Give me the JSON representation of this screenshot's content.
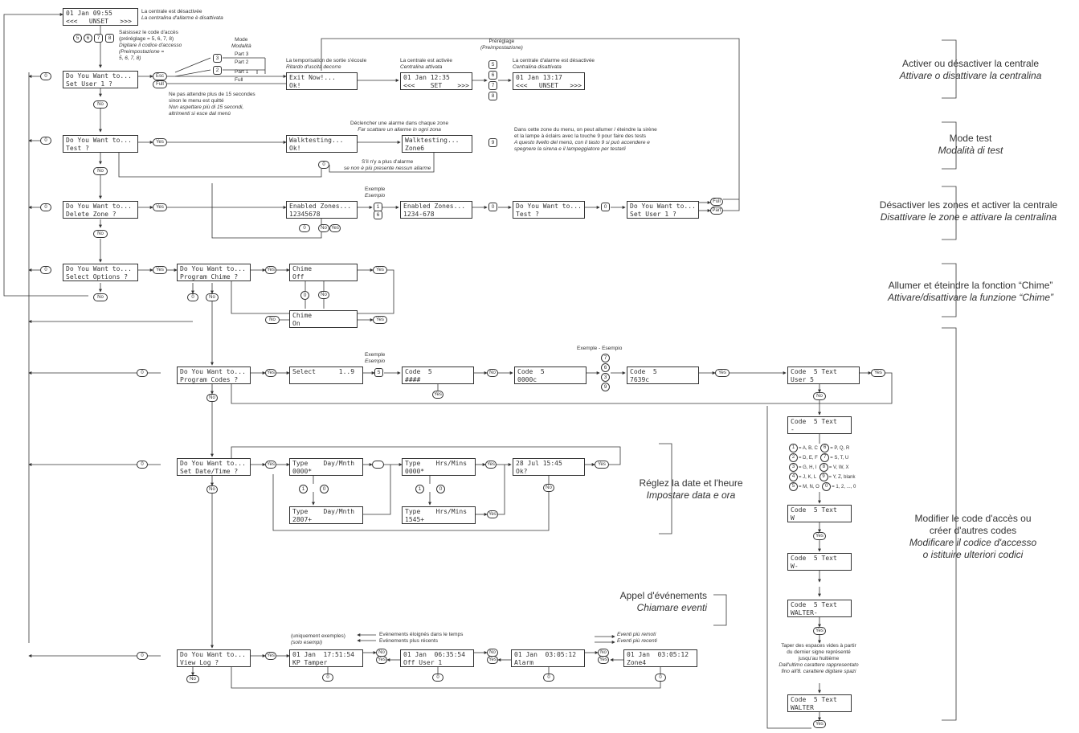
{
  "top_display": {
    "line1": "01 Jan 09:55",
    "line2": "<<<   UNSET   >>>"
  },
  "notes": {
    "unset_fr": "La centrale est désactivée",
    "unset_it": "La centralina d'allarme è disattivata",
    "code_fr": "Saisissez le code d'accès",
    "code_fr2": "(préréglage = 5, 6, 7, 8)",
    "code_it": "Digitare il codice d'accesso",
    "code_it2": "(Preimpostazione =",
    "code_it3": "5, 6, 7, 8)",
    "mode_fr": "Mode",
    "mode_it": "Modalità",
    "preset_fr": "Préréglage",
    "preset_it": "(Preimpostazione)",
    "exit_fr": "La temporisation de sortie s'écoule",
    "exit_it": "Ritardo d'uscita decorre",
    "set_fr": "La centrale est activée",
    "set_it": "Centralina attivata",
    "unset2_fr": "La centrale d'alarme est désactivée",
    "unset2_it": "Centralina disattivata",
    "wait_fr": "Ne pas attendre plus de 15 secondes",
    "wait_fr2": "sinon le menu est quitté",
    "wait_it": "Non aspettare più di 15 secondi,",
    "wait_it2": "altrimenti si esce dal menù",
    "walk_fr": "Déclencher une alarme dans chaque zone",
    "walk_it": "Far scattare un allarme in ogni zona",
    "noalarm_fr": "S'il n'y a plus d'alarme",
    "noalarm_it": "se non è più presente nessun allarme",
    "siren_fr": "Dans cette zone du menu, on peut allumer / éteindre la sirène",
    "siren_fr2": "et la lampe à éclairs avec la touche 9 pour faire des tests",
    "siren_it": "A questo livello del menù, con il tasto 9 si può accendere e",
    "siren_it2": "spegnere la sirena e il lampeggiatore per testarli",
    "example_fr": "Exemple",
    "example_it": "Esempio",
    "example_both": "Exemple - Esempio",
    "only_example_fr": "(uniquement exemples)",
    "only_example_it": "(solo esempi)",
    "older_fr": "Evénements éloignés dans le temps",
    "recent_fr": "Evénements plus récents",
    "older_it": "Eventi più remoti",
    "recent_it": "Eventi più recenti",
    "spaces_fr": "Taper des espaces vides à partir",
    "spaces_fr2": "du dernier signe représenté",
    "spaces_fr3": "jusqu'au huitième",
    "spaces_it": "Dall'ultimo carattere rappresentato",
    "spaces_it2": "fino all'8. carattere digitare spazi"
  },
  "part_labels": [
    "Part 3",
    "Part 2",
    "Part 1",
    "Full"
  ],
  "buttons": {
    "yes": "Yes",
    "no": "No",
    "esc": "Esc",
    "full": "Full",
    "part": "Part",
    "zero": "0"
  },
  "displays": {
    "menu_set": [
      "Do You Want to...",
      "Set User 1 ?"
    ],
    "menu_test": [
      "Do You Want to...",
      "Test ?"
    ],
    "menu_delete": [
      "Do You Want to...",
      "Delete Zone ?"
    ],
    "menu_options": [
      "Do You Want to...",
      "Select Options ?"
    ],
    "menu_chime": [
      "Do You Want to...",
      "Program Chime ?"
    ],
    "menu_codes": [
      "Do You Want to...",
      "Program Codes ?"
    ],
    "menu_date": [
      "Do You Want to...",
      "Set Date/Time ?"
    ],
    "menu_log": [
      "Do You Want to...",
      "View Log ?"
    ],
    "exit_now": [
      "Exit Now!...",
      "Ok!"
    ],
    "set_disp": [
      "01 Jan 12:35",
      "<<<    SET    >>>"
    ],
    "unset_disp": [
      "01 Jan 13:17",
      "<<<   UNSET   >>>"
    ],
    "walk1": [
      "Walktesting...",
      "Ok!"
    ],
    "walk2": [
      "Walktesting...",
      "Zone6"
    ],
    "zones1": [
      "Enabled Zones...",
      "12345678"
    ],
    "zones2": [
      "Enabled Zones...",
      "1234-678"
    ],
    "test_q": [
      "Do You Want to...",
      "Test ?"
    ],
    "set_q": [
      "Do You Want to...",
      "Set User 1 ?"
    ],
    "chime_off": [
      "Chime",
      "Off"
    ],
    "chime_on": [
      "Chime",
      "On"
    ],
    "select": [
      "Select      1..9",
      ""
    ],
    "code5a": [
      "Code  5",
      "####"
    ],
    "code5b": [
      "Code  5",
      "0000c"
    ],
    "code5c": [
      "Code  5",
      "7639c"
    ],
    "code5_text_user": [
      "Code  5 Text",
      "User 5"
    ],
    "code5_text1": [
      "Code  5 Text",
      "-"
    ],
    "code5_text2": [
      "Code  5 Text",
      "W"
    ],
    "code5_text3": [
      "Code  5 Text",
      "W-"
    ],
    "code5_text4": [
      "Code  5 Text",
      "WALTER-"
    ],
    "code5_text5": [
      "Code  5 Text",
      "WALTER"
    ],
    "daymonth1": [
      "Type    Day/Mnth",
      "0000*"
    ],
    "daymonth2": [
      "Type    Day/Mnth",
      "2807+"
    ],
    "hrsmins1": [
      "Type    Hrs/Mins",
      "0000*"
    ],
    "hrsmins2": [
      "Type    Hrs/Mins",
      "1545+"
    ],
    "date_ok": [
      "28 Jul 15:45",
      "Ok?"
    ],
    "log1": [
      "01 Jan  17:51:54",
      "KP Tamper"
    ],
    "log2": [
      "01 Jan  06:35:54",
      "Off User 1"
    ],
    "log3": [
      "01 Jan  03:05:12",
      "Alarm"
    ],
    "log4": [
      "01 Jan  03:05:12",
      "Zone4"
    ]
  },
  "keymap": [
    [
      "1",
      "= A, B, C",
      "6",
      "= P, Q, R"
    ],
    [
      "2",
      "= D, E, F",
      "7",
      "= S, T, U"
    ],
    [
      "3",
      "= G, H, I",
      "8",
      "= V, W, X"
    ],
    [
      "4",
      "= J, K, L",
      "9",
      "= Y, Z, blank"
    ],
    [
      "5",
      "= M, N, O",
      "0",
      "= 1, 2, ..., 0"
    ]
  ],
  "keys": [
    "5",
    "6",
    "7",
    "8",
    "9",
    "0",
    "1",
    "3",
    "2"
  ],
  "captions": {
    "c1": {
      "fr": "Activer ou désactiver la centrale",
      "it": "Attivare o disattivare la centralina"
    },
    "c2": {
      "fr": "Mode test",
      "it": "Modalità di test"
    },
    "c3": {
      "fr": "Désactiver les zones et activer la centrale",
      "it": "Disattivare le zone e attivare la centralina"
    },
    "c4": {
      "fr": "Allumer et éteindre la fonction “Chime”",
      "it": "Attivare/disattivare la funzione “Chime”"
    },
    "c5": {
      "fr1": "Modifier le code d'accès ou",
      "fr2": "créer d'autres codes",
      "it1": "Modificare il codice d'accesso",
      "it2": "o istituire ulteriori codici"
    },
    "c6": {
      "fr": "Réglez la date et l'heure",
      "it": "Impostare data e ora"
    },
    "c7": {
      "fr": "Appel d'événements",
      "it": "Chiamare eventi"
    }
  },
  "colors": {
    "line": "#333333",
    "bg": "#ffffff"
  }
}
